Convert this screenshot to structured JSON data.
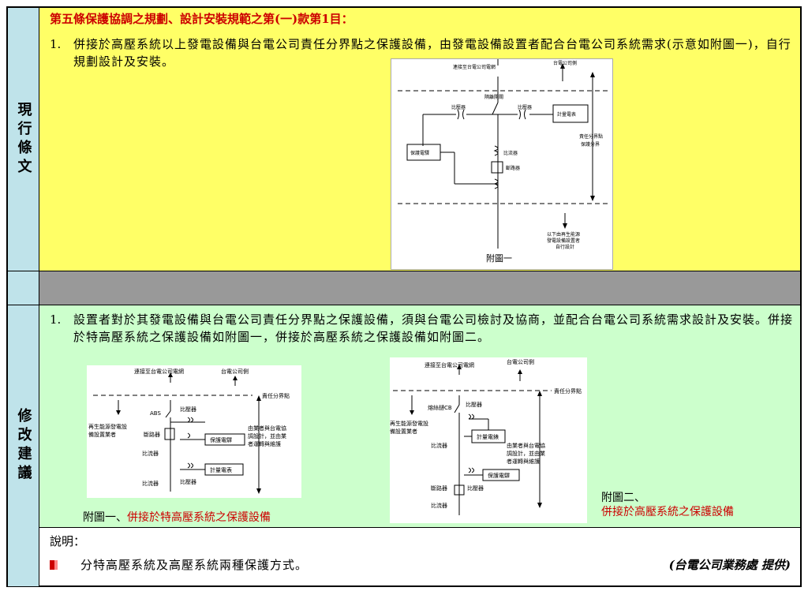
{
  "current": {
    "side_label": "現行條文",
    "heading": "第五條保護協調之規劃、設計安裝規範之第(一)款第1目：",
    "item_num": "1.",
    "item_text": "併接於高壓系統以上發電設備與台電公司責任分界點之保護設備，由發電設備設置者配合台電公司系統需求(示意如附圖一)，自行規劃設計及安裝。",
    "figure": {
      "top_left": "連接至台電公司電網",
      "top_right": "台電公司側",
      "switch": "隔離開關",
      "ct1": "比壓器",
      "ct2": "比壓器",
      "meter": "計量電表",
      "relay": "保護電驛",
      "ct3": "比流器",
      "breaker": "斷路器",
      "right_note_1": "責任分界點",
      "right_note_2": "保護分界",
      "bottom_note_1": "以下由再生能源",
      "bottom_note_2": "發電設備設置者",
      "bottom_note_3": "自行設計",
      "caption": "附圖一"
    }
  },
  "proposed": {
    "side_label": "修改建議",
    "item_num": "1.",
    "item_text": "設置者對於其發電設備與台電公司責任分界點之保護設備，須與台電公司檢討及協商，並配合台電公司系統需求設計及安裝。併接於特高壓系統之保護設備如附圖一，併接於高壓系統之保護設備如附圖二。",
    "fig1": {
      "top_left": "連接至台電公司電網",
      "top_right": "台電公司側",
      "boundary": "責任分界點",
      "abs": "ABS",
      "pt1": "比壓器",
      "breaker": "斷路器",
      "left_note_1": "再生能源發電設",
      "left_note_2": "備設置業者",
      "relay": "保護電驛",
      "ct1": "比流器",
      "meter": "計量電表",
      "ct2": "比流器",
      "pt2": "比壓器",
      "right_note_1": "由業者與台電協",
      "right_note_2": "調設計，並由業",
      "right_note_3": "者運轉與維護",
      "caption_prefix": "附圖一、",
      "caption_red": "併接於特高壓系統之保護設備"
    },
    "fig2": {
      "top_left": "連接至台電公司電網",
      "top_right": "台電公司側",
      "boundary": "責任分界點",
      "cb": "熔絲鏈CB",
      "pt1": "比壓器",
      "left_note_1": "再生能源發電設",
      "left_note_2": "備設置業者",
      "meter": "計量電錶",
      "ct1": "比流器",
      "right_note_1": "由業者與台電協",
      "right_note_2": "調設計，並由業",
      "right_note_3": "者運轉與維護",
      "relay": "保護電驛",
      "breaker": "斷路器",
      "pt2": "比壓器",
      "ct2": "比流器",
      "caption_line1": "附圖二、",
      "caption_line2": "併接於高壓系統之保護設備"
    }
  },
  "note": {
    "label": "說明：",
    "bullet_text": "分特高壓系統及高壓系統兩種保護方式。",
    "provider": "(台電公司業務處 提供)"
  },
  "colors": {
    "yellow": "#ffff66",
    "gray": "#999999",
    "green": "#ccffcc",
    "side": "#bfe3ea",
    "red": "#cc0000"
  }
}
